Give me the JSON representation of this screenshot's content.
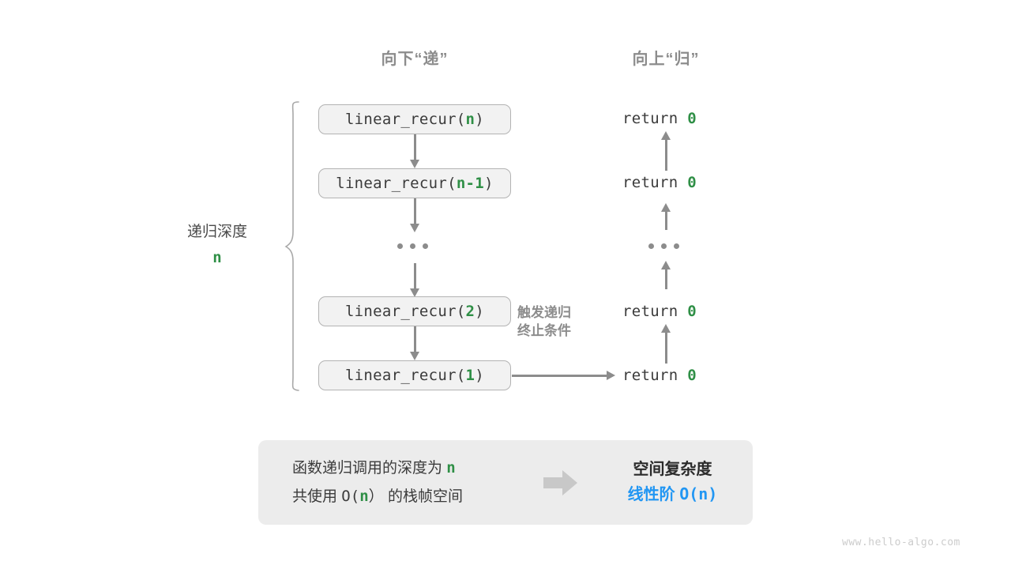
{
  "headers": {
    "down": "向下“递”",
    "up": "向上“归”"
  },
  "depth": {
    "label": "递归深度",
    "value": "n"
  },
  "frames": [
    {
      "prefix": "linear_recur(",
      "arg": "n",
      "suffix": ")"
    },
    {
      "prefix": "linear_recur(",
      "arg": "n-1",
      "suffix": ")"
    },
    {
      "prefix": "linear_recur(",
      "arg": "2",
      "suffix": ")"
    },
    {
      "prefix": "linear_recur(",
      "arg": "1",
      "suffix": ")"
    }
  ],
  "returns": [
    {
      "keyword": "return",
      "value": "0"
    },
    {
      "keyword": "return",
      "value": "0"
    },
    {
      "keyword": "return",
      "value": "0"
    },
    {
      "keyword": "return",
      "value": "0"
    }
  ],
  "trigger_note": {
    "line1": "触发递归",
    "line2": "终止条件"
  },
  "summary": {
    "left_line1_text": "函数递归调用的深度为",
    "left_line1_var": "n",
    "left_line2_prefix": "共使用",
    "left_line2_complexity_pre": "O(",
    "left_line2_complexity_var": "n",
    "left_line2_complexity_post": "）",
    "left_line2_suffix": "的栈帧空间",
    "right_title": "空间复杂度",
    "right_value_text": "线性阶",
    "right_value_mono": "O(n)"
  },
  "watermark": "www.hello-algo.com",
  "colors": {
    "accent_green": "#2f8f46",
    "accent_blue": "#2196f3",
    "arrow_gray": "#8c8c8c",
    "box_fill": "#f2f2f2",
    "box_border": "#b3b3b3",
    "panel_fill": "#ececec"
  }
}
